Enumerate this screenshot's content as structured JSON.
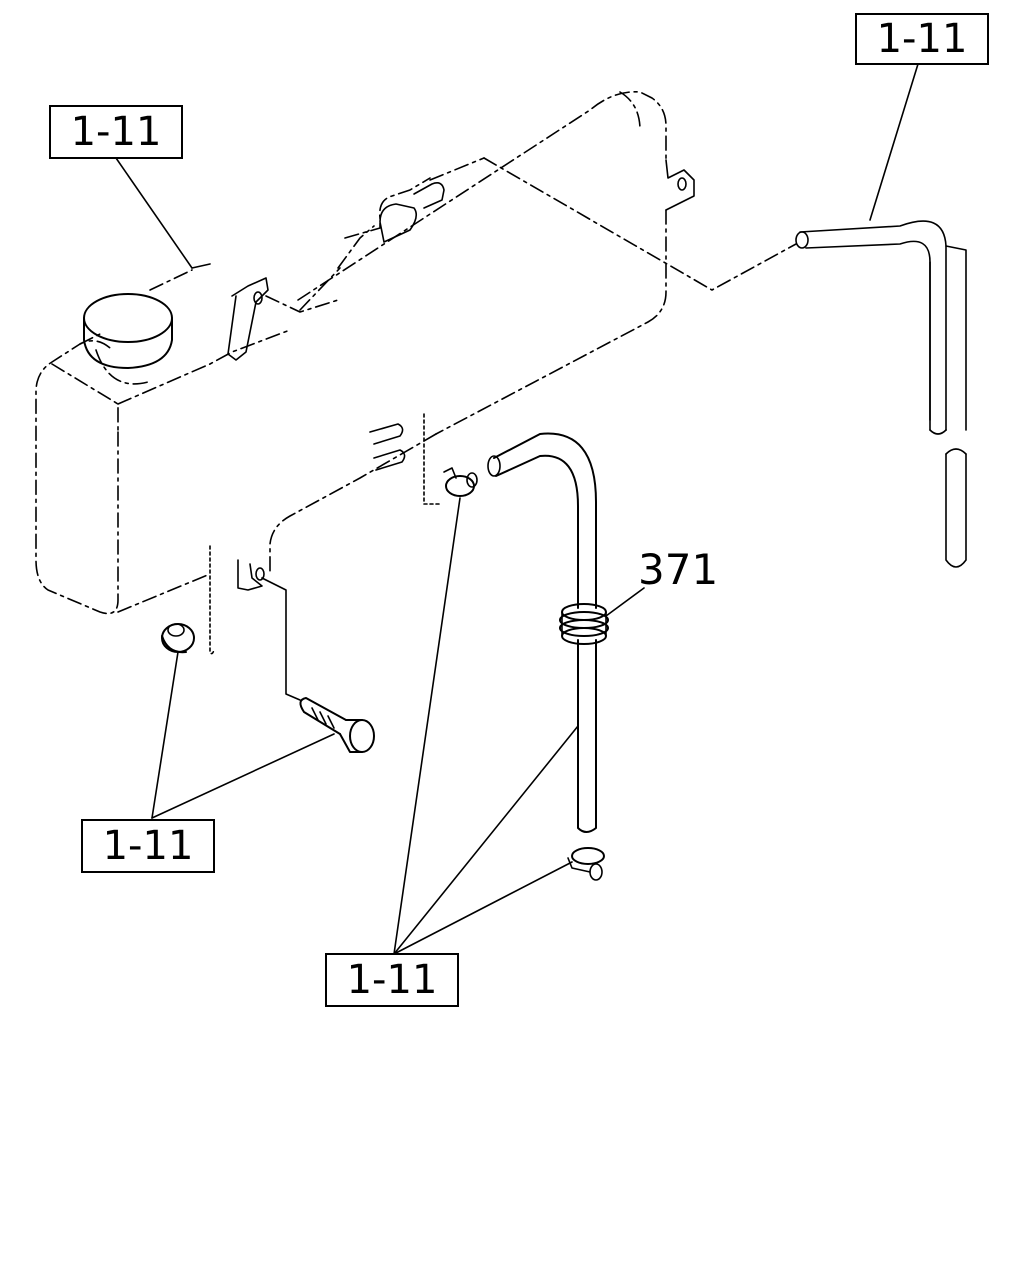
{
  "labels": {
    "ref_top_right": "1-11",
    "ref_top_left": "1-11",
    "ref_bottom_left": "1-11",
    "ref_bottom_center": "1-11",
    "part_grommet": "371"
  },
  "colors": {
    "line": "#000000",
    "background": "#ffffff"
  }
}
